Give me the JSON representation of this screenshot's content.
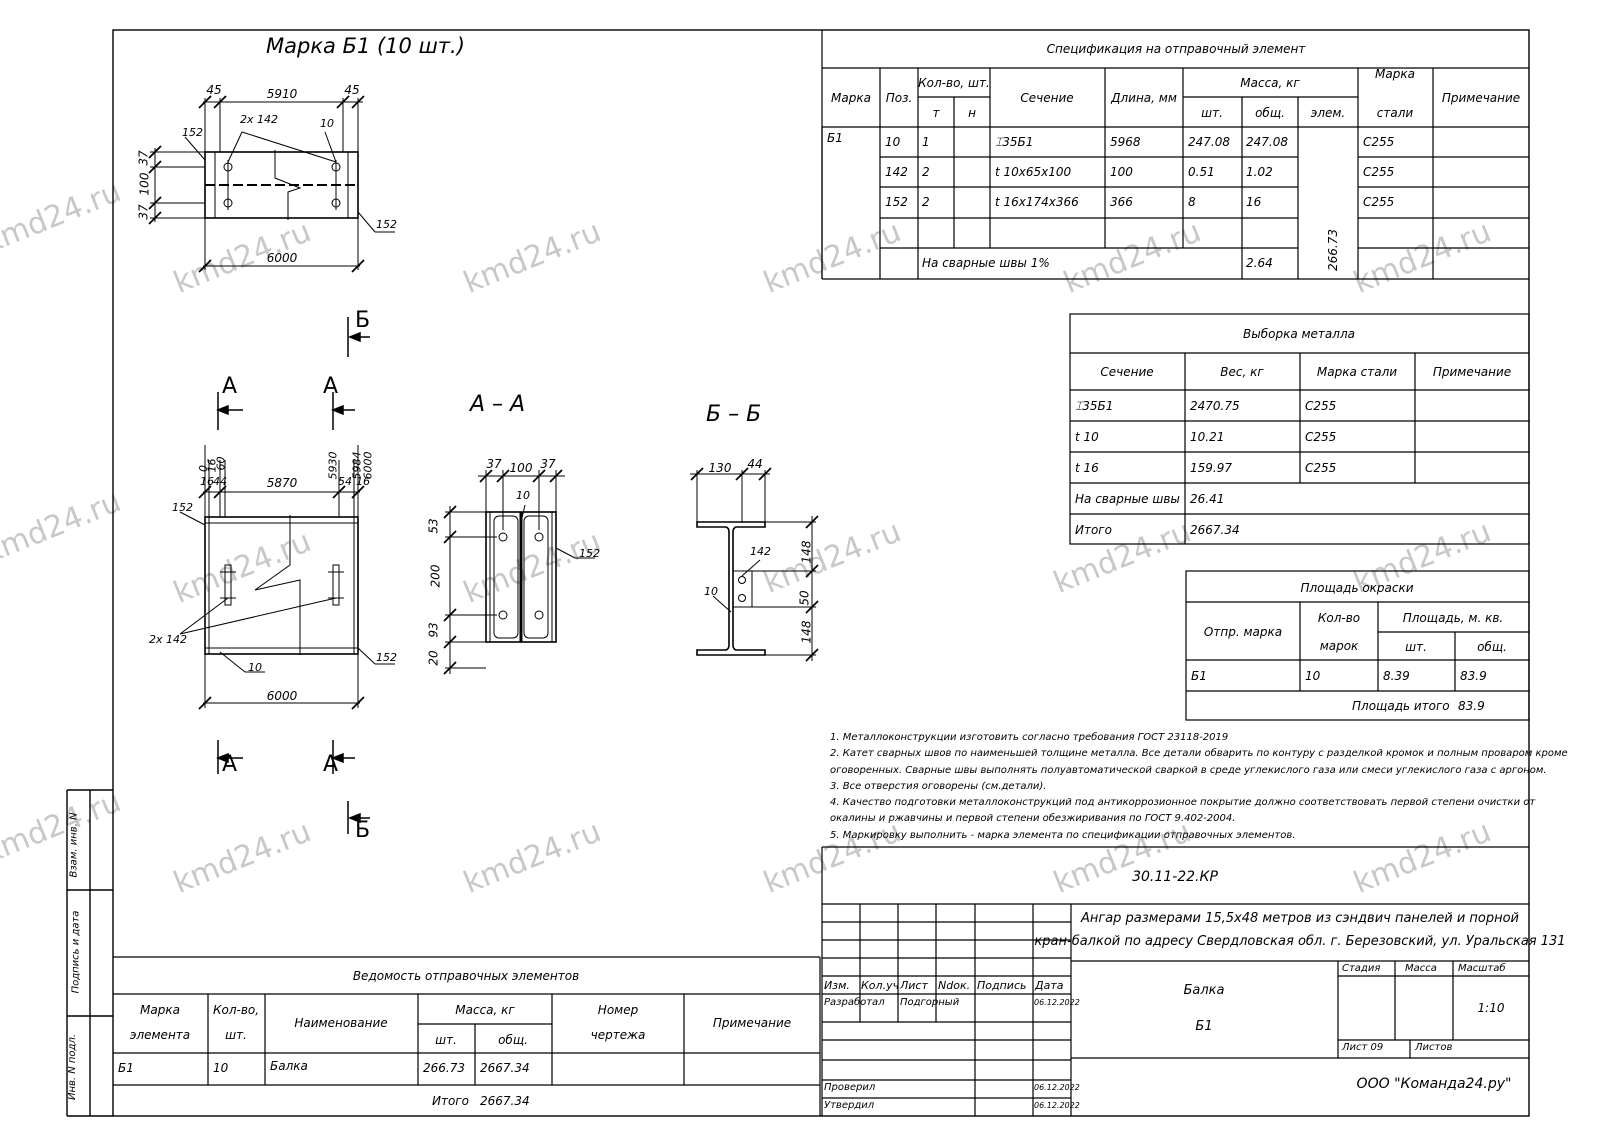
{
  "drawing": {
    "mark_title": "Марка Б1 (10 шт.)",
    "view_plan": {
      "d45a": "45",
      "d5910": "5910",
      "d45b": "45",
      "d37a": "37",
      "d100": "100",
      "d37b": "37",
      "d6000": "6000",
      "l152a": "152",
      "l142": "2х 142",
      "l10": "10",
      "l152b": "152"
    },
    "section_b_arrow": "Б",
    "section_a_arrow": "А",
    "elev": {
      "d0": "0",
      "d16a": "16",
      "d60": "60",
      "d16b": "16",
      "d44": "44",
      "d5870": "5870",
      "d5930": "5930",
      "d5984": "5984",
      "d6000": "6000",
      "d54": "54",
      "d16c": "16",
      "l152a": "152",
      "l142": "2х 142",
      "l10": "10",
      "l152b": "152",
      "d6000b": "6000"
    },
    "secAA": {
      "title": "А – А",
      "d37a": "37",
      "d100": "100",
      "d37b": "37",
      "l10": "10",
      "l152": "152",
      "d53": "53",
      "d200": "200",
      "d93": "93",
      "d20": "20"
    },
    "secBB": {
      "title": "Б – Б",
      "d130": "130",
      "d44": "44",
      "l142": "142",
      "l10": "10",
      "d148a": "148",
      "d50": "50",
      "d148b": "148"
    }
  },
  "spec": {
    "title": "Спецификация на отправочный элемент",
    "headers": {
      "marka": "Марка",
      "poz": "Поз.",
      "kol": "Кол-во, шт.",
      "t": "т",
      "n": "н",
      "sech": "Сечение",
      "len": "Длина, мм",
      "mass": "Масса, кг",
      "sht": "шт.",
      "obsh": "общ.",
      "elem": "элем.",
      "steel1": "Марка",
      "steel2": "стали",
      "prim": "Примечание"
    },
    "mark": "Б1",
    "rows": [
      {
        "poz": "10",
        "t": "1",
        "sech": "⌶35Б1",
        "len": "5968",
        "sht": "247.08",
        "obsh": "247.08",
        "steel": "С255"
      },
      {
        "poz": "142",
        "t": "2",
        "sech": "t 10x65x100",
        "len": "100",
        "sht": "0.51",
        "obsh": "1.02",
        "steel": "С255"
      },
      {
        "poz": "152",
        "t": "2",
        "sech": "t 16x174x366",
        "len": "366",
        "sht": "8",
        "obsh": "16",
        "steel": "С255"
      }
    ],
    "weld_label": "На сварные швы 1%",
    "weld_value": "2.64",
    "elem_total": "266.73"
  },
  "vyborka": {
    "title": "Выборка металла",
    "headers": {
      "sech": "Сечение",
      "ves": "Вес, кг",
      "steel": "Марка стали",
      "prim": "Примечание"
    },
    "rows": [
      {
        "sech": "⌶35Б1",
        "ves": "2470.75",
        "steel": "С255"
      },
      {
        "sech": "t 10",
        "ves": "10.21",
        "steel": "С255"
      },
      {
        "sech": "t 16",
        "ves": "159.97",
        "steel": "С255"
      }
    ],
    "weld_label": "На сварные швы",
    "weld_value": "26.41",
    "total_label": "Итого",
    "total_value": "2667.34"
  },
  "paint": {
    "title": "Площадь окраски",
    "headers": {
      "mark": "Отпр. марка",
      "kol1": "Кол-во",
      "kol2": "марок",
      "area": "Площадь, м. кв.",
      "sht": "шт.",
      "obsh": "общ."
    },
    "row": {
      "mark": "Б1",
      "kol": "10",
      "sht": "8.39",
      "obsh": "83.9"
    },
    "total_label": "Площадь итого",
    "total_value": "83.9"
  },
  "notes": [
    "1. Металлоконструкции изготовить согласно требования ГОСТ 23118-2019",
    "2. Катет сварных швов по наименьшей толщине металла. Все детали обварить по контуру с разделкой кромок и полным проваром кроме",
    "оговоренных. Сварные швы выполнять полуавтоматической сваркой в среде углекислого газа или смеси углекислого газа с аргоном.",
    "3. Все отверстия оговорены (см.детали).",
    "4. Качество подготовки металлоконструкций под антикоррозионное покрытие должно соответствовать первой степени очистки от",
    "окалины и  ржавчины и первой степени обезжиривания по ГОСТ 9.402-2004.",
    "5. Маркировку выполнить - марка элемента по спецификации отправочных элементов."
  ],
  "vedomost": {
    "title": "Ведомость отправочных элементов",
    "headers": {
      "m1": "Марка",
      "m2": "элемента",
      "k1": "Кол-во,",
      "k2": "шт.",
      "name": "Наименование",
      "mass": "Масса, кг",
      "sht": "шт.",
      "obsh": "общ.",
      "n1": "Номер",
      "n2": "чертежа",
      "prim": "Примечание"
    },
    "row": {
      "mark": "Б1",
      "kol": "10",
      "name": "Балка",
      "sht": "266.73",
      "obsh": "2667.34"
    },
    "total_label": "Итого",
    "total_value": "2667.34"
  },
  "stamp": {
    "code": "30.11-22.КР",
    "project1": "Ангар размерами 15,5х48 метров из сэндвич панелей и порной",
    "project2": "кран-балкой по адресу Свердловская обл. г. Березовский, ул. Уральская 131",
    "cols": {
      "izm": "Изм.",
      "koluch": "Кол.уч",
      "list": "Лист",
      "ndok": "Ndок.",
      "podpis": "Подпись",
      "data": "Дата"
    },
    "razrab": "Разработал",
    "razrab_name": "Подгорный",
    "razrab_date": "06.12.2022",
    "proveril": "Проверил",
    "proveril_date": "06.12.2022",
    "utverdil": "Утвердил",
    "utverdil_date": "06.12.2022",
    "name1": "Балка",
    "name2": "Б1",
    "stadia": "Стадия",
    "massa": "Масса",
    "masshtab": "Масштаб",
    "scale": "1:10",
    "list": "Лист 09",
    "listov": "Листов",
    "company": "ООО \"Команда24.ру\""
  },
  "side_labels": {
    "vzam": "Взам. инв. N",
    "podpis": "Подпись и дата",
    "inv": "Инв. N подл."
  },
  "watermark": "kmd24.ru"
}
